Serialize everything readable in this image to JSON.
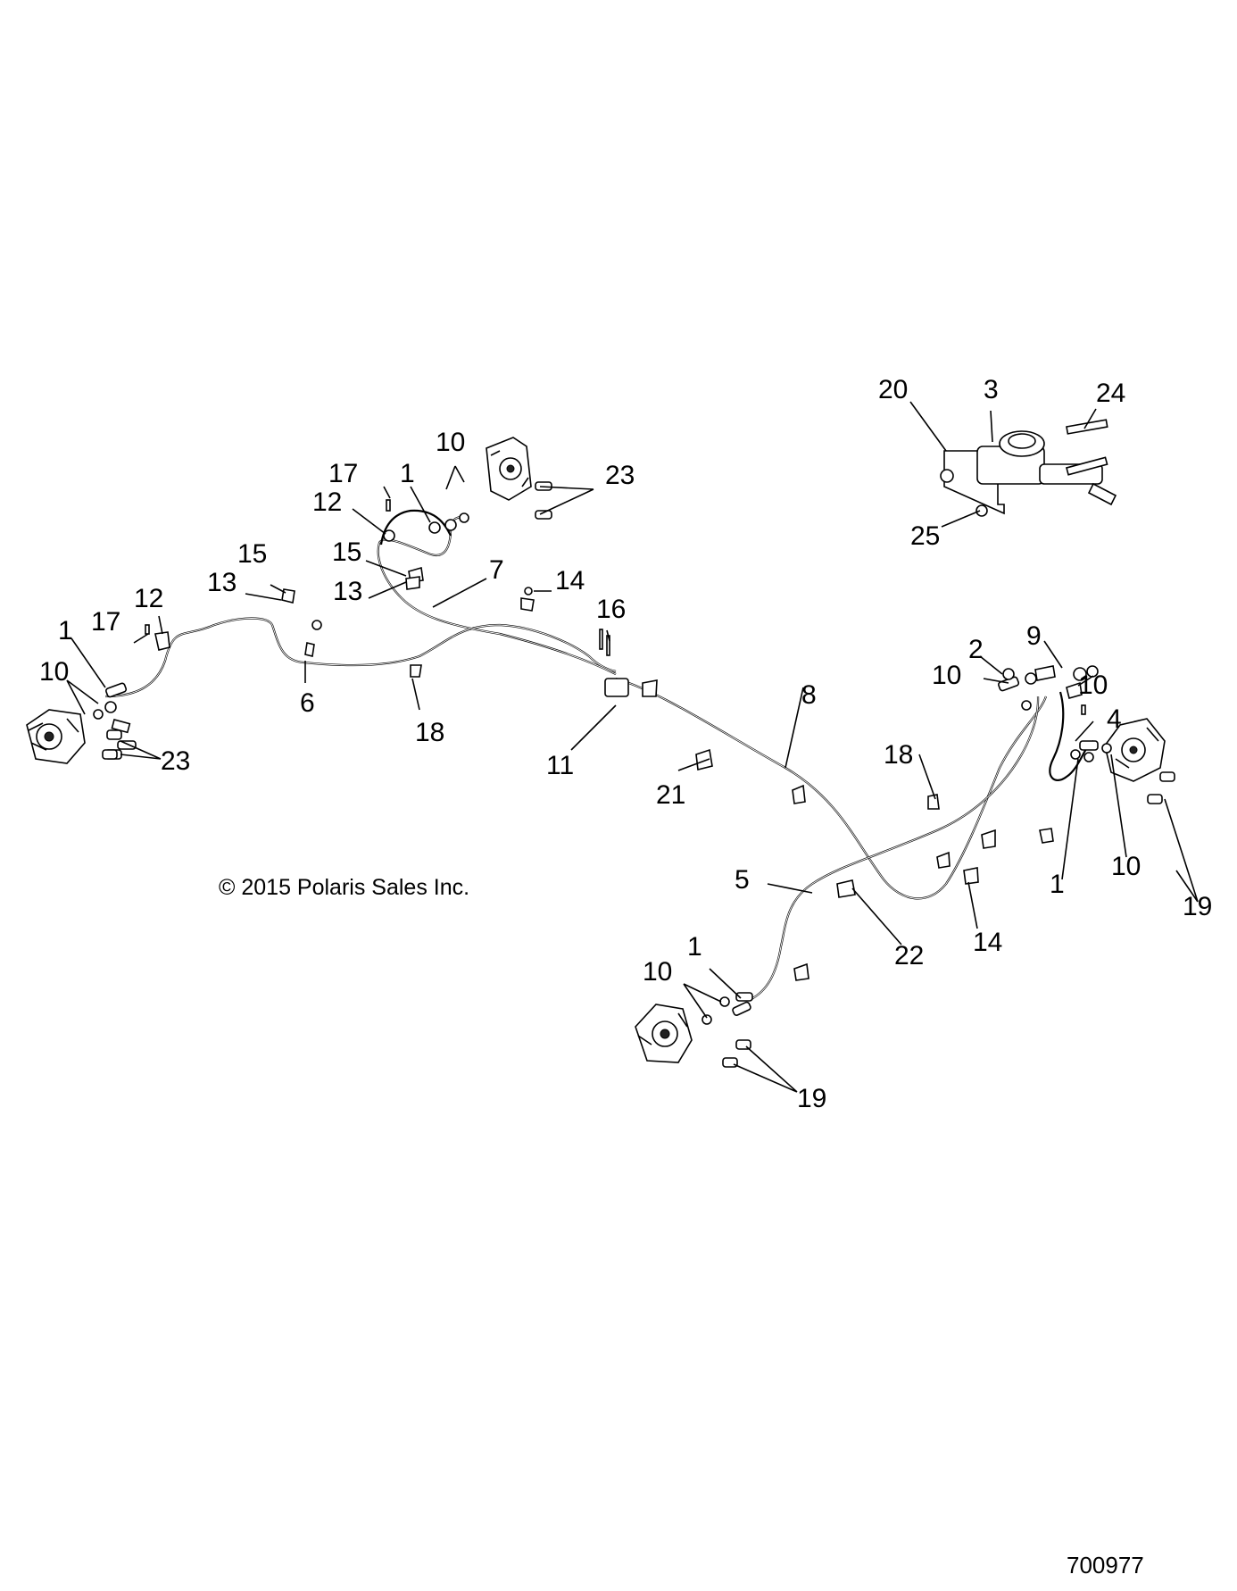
{
  "callouts": [
    {
      "id": "c3",
      "text": "3"
    },
    {
      "id": "c24",
      "text": "24"
    },
    {
      "id": "c20",
      "text": "20"
    },
    {
      "id": "c25",
      "text": "25"
    },
    {
      "id": "c10a",
      "text": "10"
    },
    {
      "id": "c17a",
      "text": "17"
    },
    {
      "id": "c1a",
      "text": "1"
    },
    {
      "id": "c12a",
      "text": "12"
    },
    {
      "id": "c23a",
      "text": "23"
    },
    {
      "id": "c15a",
      "text": "15"
    },
    {
      "id": "c13a",
      "text": "13"
    },
    {
      "id": "c7",
      "text": "7"
    },
    {
      "id": "c14a",
      "text": "14"
    },
    {
      "id": "c15b",
      "text": "15"
    },
    {
      "id": "c13b",
      "text": "13"
    },
    {
      "id": "c16",
      "text": "16"
    },
    {
      "id": "c17b",
      "text": "17"
    },
    {
      "id": "c12b",
      "text": "12"
    },
    {
      "id": "c1b",
      "text": "1"
    },
    {
      "id": "c10b",
      "text": "10"
    },
    {
      "id": "c6",
      "text": "6"
    },
    {
      "id": "c18a",
      "text": "18"
    },
    {
      "id": "c23b",
      "text": "23"
    },
    {
      "id": "c11",
      "text": "11"
    },
    {
      "id": "c21",
      "text": "21"
    },
    {
      "id": "c8",
      "text": "8"
    },
    {
      "id": "c2",
      "text": "2"
    },
    {
      "id": "c9",
      "text": "9"
    },
    {
      "id": "c10c",
      "text": "10"
    },
    {
      "id": "c10d",
      "text": "10"
    },
    {
      "id": "c4",
      "text": "4"
    },
    {
      "id": "c18b",
      "text": "18"
    },
    {
      "id": "c1c",
      "text": "1"
    },
    {
      "id": "c10e",
      "text": "10"
    },
    {
      "id": "c19a",
      "text": "19"
    },
    {
      "id": "c5",
      "text": "5"
    },
    {
      "id": "c22",
      "text": "22"
    },
    {
      "id": "c14b",
      "text": "14"
    },
    {
      "id": "c1d",
      "text": "1"
    },
    {
      "id": "c10f",
      "text": "10"
    },
    {
      "id": "c19b",
      "text": "19"
    }
  ],
  "copyright": "© 2015 Polaris Sales Inc.",
  "document_number": "700977"
}
